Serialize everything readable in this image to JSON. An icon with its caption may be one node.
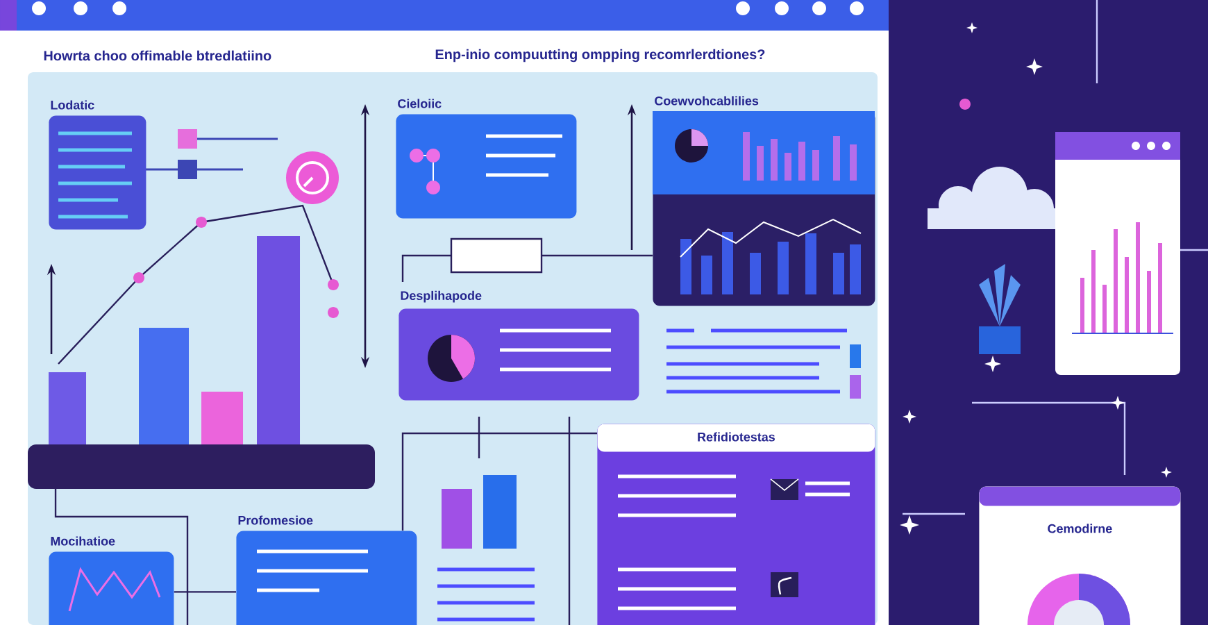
{
  "diagram": {
    "nodes": [
      {
        "text": [
          "Lodatic"
        ]
      },
      {
        "text": [
          "Cieloiic"
        ]
      },
      {
        "text": [
          "Coewvohcablilies"
        ]
      },
      {
        "text": [
          "Desplihapode"
        ]
      },
      {
        "text": [
          "Refidiotestas"
        ]
      },
      {
        "text": [
          "Profomesioe"
        ]
      },
      {
        "text": [
          "Mocihatioe"
        ]
      },
      {
        "text": [
          "Cemodirne"
        ]
      }
    ],
    "edges": [
      {
        "from": 6,
        "to": 5,
        "arrow": "none"
      },
      {
        "from": 5,
        "to": 4,
        "arrow": "none"
      }
    ],
    "labels": [
      "Howrta choo offimable btredlatiino",
      "Enp-inio compuutting ompping recomrlerdtiones?"
    ]
  }
}
